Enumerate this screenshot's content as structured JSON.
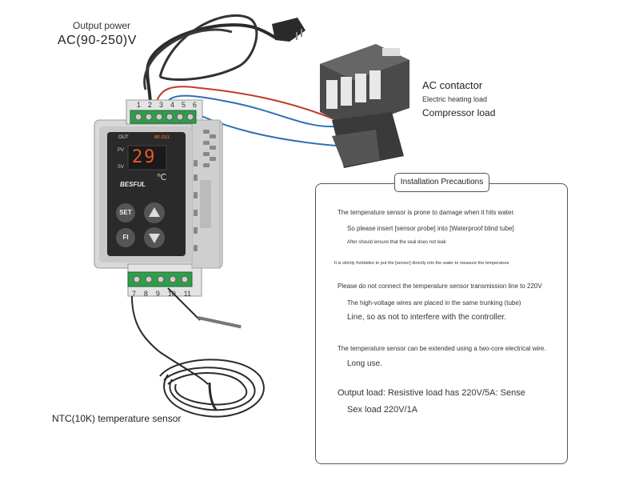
{
  "labels": {
    "output_power": "Output power",
    "ac_range": "AC(90-250)V",
    "ac_contactor": "AC contactor",
    "electric_heating_load": "Electric heating load",
    "compressor_load": "Compressor load",
    "ntc_sensor": "NTC(10K) temperature sensor"
  },
  "controller": {
    "out_label": "OUT",
    "model": "BF-D11",
    "pv": "PV",
    "sv": "SV",
    "display_value": "29",
    "unit": "℃",
    "brand": "BESFUL",
    "set_button": "SET",
    "fi_button": "FI",
    "top_terminals": [
      "1",
      "2",
      "3",
      "4",
      "5",
      "6"
    ],
    "bottom_terminals": [
      "7",
      "8",
      "9",
      "10",
      "11"
    ]
  },
  "precautions": {
    "title": "Installation Precautions",
    "lines": [
      "The temperature sensor is prone to damage when it hits water.",
      "So please insert [sensor probe] into [Waterproof blind tube]",
      "After should ensure that the seal does not leak",
      "It is strictly forbidden to put the [sensor] directly into the water to measure the temperature",
      "Please do not connect the temperature sensor transmission line to 220V",
      "The high-voltage wires are placed in the same trunking (tube)",
      "Line, so as not to interfere with the controller.",
      "The temperature sensor can be extended using a two-core electrical wire.",
      "Long use.",
      "Output load: Resistive load has 220V/5A: Sense",
      "Sex load 220V/1A"
    ]
  }
}
